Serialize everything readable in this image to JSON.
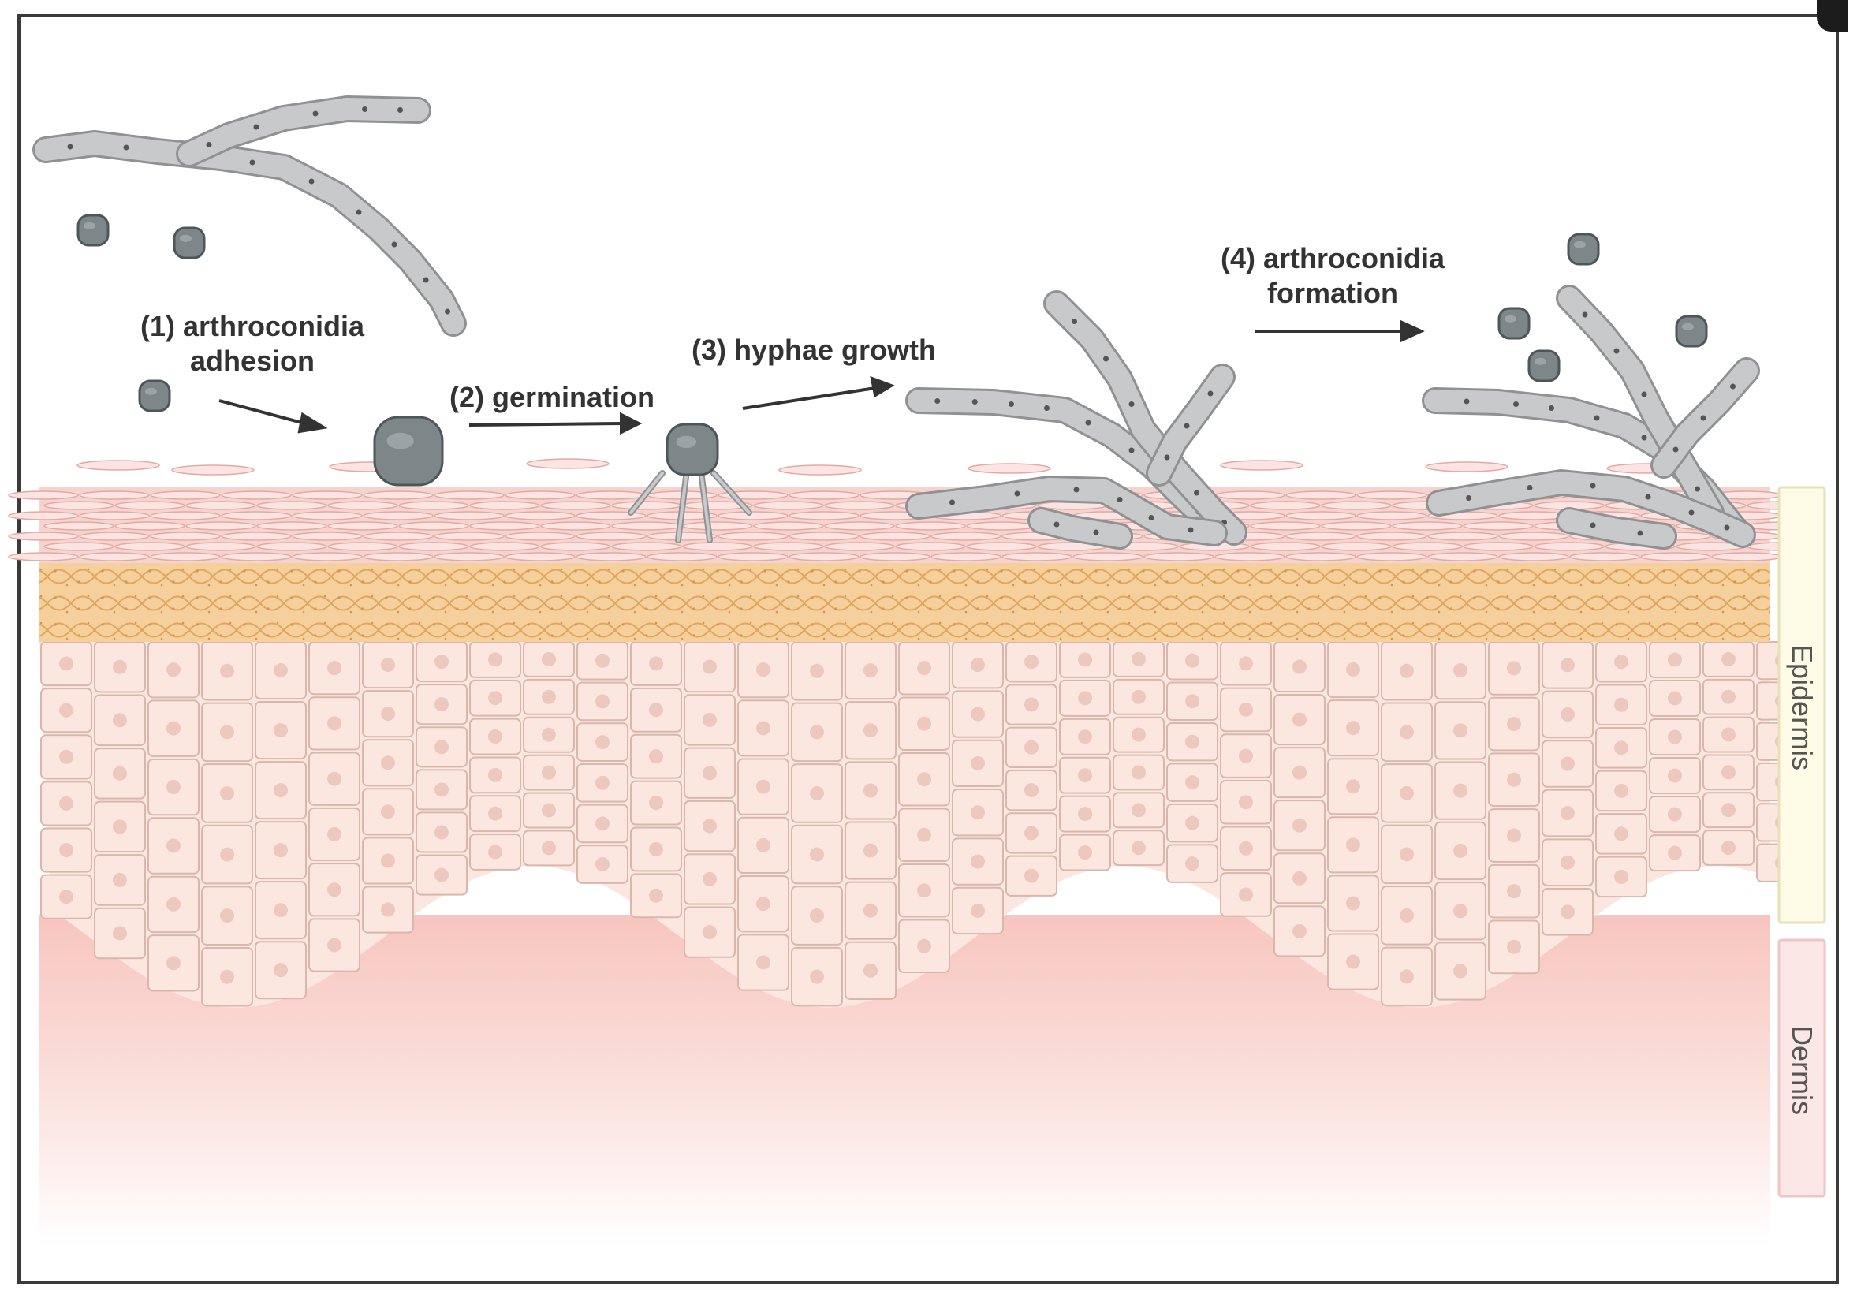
{
  "steps": [
    {
      "line1": "(1) arthroconidia",
      "line2": "adhesion"
    },
    {
      "line1": "(2) germination",
      "line2": ""
    },
    {
      "line1": "(3) hyphae growth",
      "line2": ""
    },
    {
      "line1": "(4) arthroconidia",
      "line2": "formation"
    }
  ],
  "layers": {
    "epidermis": "Epidermis",
    "dermis": "Dermis"
  },
  "colors": {
    "fungus": "#c8c9ca",
    "fungus_outline": "#8f9193",
    "spore": "#7d8789",
    "stratum_corneum": "#f7d3cf",
    "granular": "#f3c48a",
    "cells": "#fbe7e0",
    "cell_border": "#d9b7ad",
    "dermis": "#f9c9c4",
    "epidermis_bar": "#fdfbe7",
    "dermis_bar": "#fbe6e6"
  }
}
